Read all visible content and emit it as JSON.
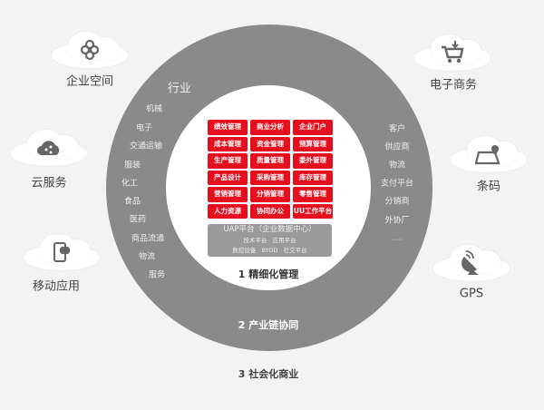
{
  "industry": {
    "title": "行业",
    "items": [
      "机械",
      "电子",
      "交通运输",
      "服装",
      "化工",
      "食品",
      "医药",
      "商品流通",
      "物流",
      "服务"
    ]
  },
  "partners": {
    "items": [
      "客户",
      "供应商",
      "物流",
      "支付平台",
      "分销商",
      "外协厂",
      "......"
    ]
  },
  "modules": [
    "绩效管理",
    "商业分析",
    "企业门户",
    "成本管理",
    "资金管理",
    "预算管理",
    "生产管理",
    "质量管理",
    "委外管理",
    "产品设计",
    "采购管理",
    "库存管理",
    "营销管理",
    "分销管理",
    "零售管理",
    "人力资源",
    "协同办公",
    "UU工作平台"
  ],
  "uap": {
    "title": "UAP平台（企业数据中心）",
    "line1": "技术平台   应用平台",
    "line2": "数控设备   BYOD   社交平台"
  },
  "rings": {
    "r1": "1 精细化管理",
    "r2": "2 产业链协同",
    "r3": "3 社会化商业"
  },
  "clouds": [
    {
      "label": "企业空间",
      "icon": "link-rings-icon"
    },
    {
      "label": "云服务",
      "icon": "cloud-share-icon"
    },
    {
      "label": "移动应用",
      "icon": "mobile-chat-icon"
    },
    {
      "label": "电子商务",
      "icon": "shopping-cart-icon"
    },
    {
      "label": "条码",
      "icon": "map-pin-icon"
    },
    {
      "label": "GPS",
      "icon": "satellite-dish-icon"
    }
  ],
  "colors": {
    "red": "#e60f1e",
    "ring": "#8a8a8a",
    "uap": "#9a9a9a"
  }
}
